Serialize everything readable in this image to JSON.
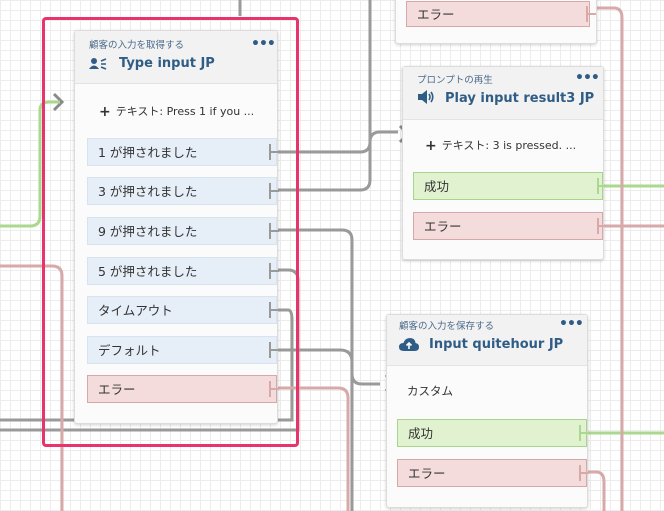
{
  "blocks": {
    "type_input": {
      "subtitle": "顧客の入力を取得する",
      "title": "Type input JP",
      "prompt": "テキスト: Press 1 if you ...",
      "branches": [
        "1 が押されました",
        "3 が押されました",
        "9 が押されました",
        "5 が押されました",
        "タイムアウト",
        "デフォルト"
      ],
      "error": "エラー"
    },
    "play_input": {
      "subtitle": "プロンプトの再生",
      "title": "Play input result3 JP",
      "prompt": "テキスト: 3 is pressed. ...",
      "success": "成功",
      "error": "エラー"
    },
    "input_quitehour": {
      "subtitle": "顧客の入力を保存する",
      "title": "Input quitehour JP",
      "custom": "カスタム",
      "success": "成功",
      "error": "エラー"
    },
    "top_fragment": {
      "error": "エラー"
    }
  },
  "menu_glyph": "•••",
  "colors": {
    "selection": "#e8336d",
    "connector_gray": "#999999",
    "connector_green": "#a9d88e",
    "connector_red": "#d9a8a8",
    "title_blue": "#2f5d86"
  }
}
